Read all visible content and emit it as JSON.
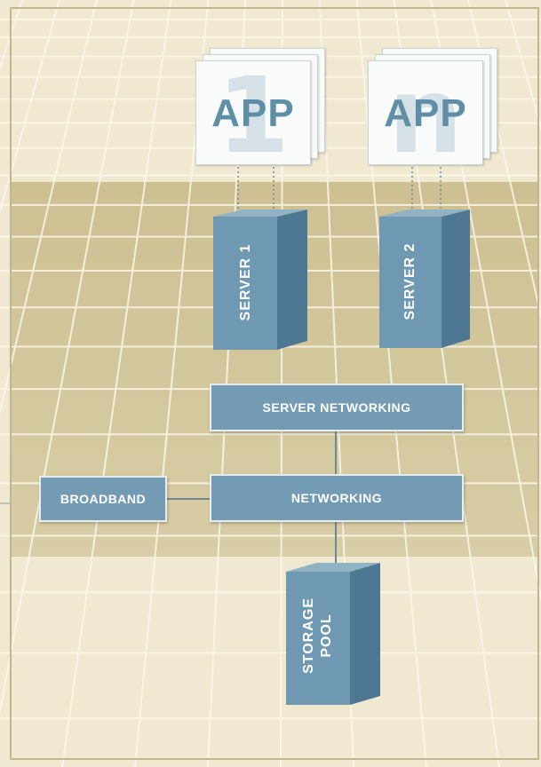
{
  "apps": [
    {
      "label": "APP",
      "number": "1"
    },
    {
      "label": "APP",
      "number": "n"
    }
  ],
  "servers": [
    {
      "label": "SERVER 1"
    },
    {
      "label": "SERVER 2"
    }
  ],
  "server_networking": {
    "label": "SERVER NETWORKING"
  },
  "networking": {
    "label": "NETWORKING"
  },
  "broadband": {
    "label": "BROADBAND"
  },
  "storage": {
    "line1": "STORAGE",
    "line2": "POOL"
  },
  "colors": {
    "component_blue": "#739bb3",
    "component_dark": "#4e7893",
    "floor_light": "#efe7cf",
    "floor_band": "#d2c69c",
    "app_text": "#5f8ea7",
    "connector": "#6f8a97"
  }
}
